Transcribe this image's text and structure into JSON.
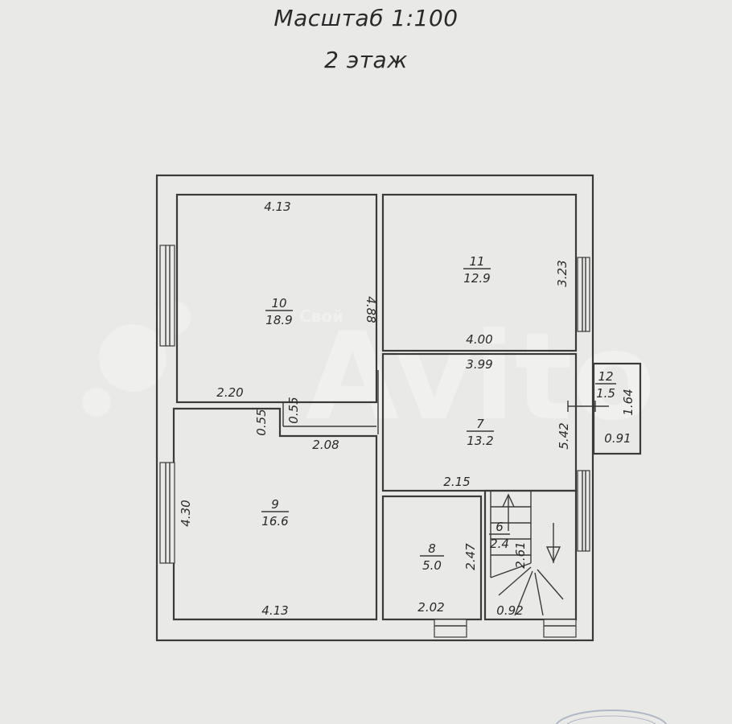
{
  "header": {
    "scale": "Масштаб 1:100",
    "floor": "2 этаж"
  },
  "rooms": [
    {
      "id": "10",
      "area": "18.9"
    },
    {
      "id": "11",
      "area": "12.9"
    },
    {
      "id": "9",
      "area": "16.6"
    },
    {
      "id": "7",
      "area": "13.2"
    },
    {
      "id": "8",
      "area": "5.0"
    },
    {
      "id": "6",
      "area": "2.4"
    },
    {
      "id": "12",
      "area": "1.5"
    }
  ],
  "dimensions": {
    "r10_top": "4.13",
    "r10_right": "4.88",
    "r10_bottom": "2.20",
    "step_left": "0.55",
    "step_right": "0.55",
    "step_bottom": "2.08",
    "r11_right": "3.23",
    "r11_bottom": "4.00",
    "r7_top": "3.99",
    "r7_right": "5.42",
    "r7_bottom": "2.15",
    "r9_left": "4.30",
    "r9_bottom": "4.13",
    "r8_right": "2.47",
    "r8_bottom": "2.02",
    "r6_right": "2.61",
    "r6_bottom": "0.92",
    "r12_right": "1.64",
    "r12_bottom": "0.91"
  },
  "watermark": {
    "brand": "Avito",
    "small": "Свой"
  }
}
